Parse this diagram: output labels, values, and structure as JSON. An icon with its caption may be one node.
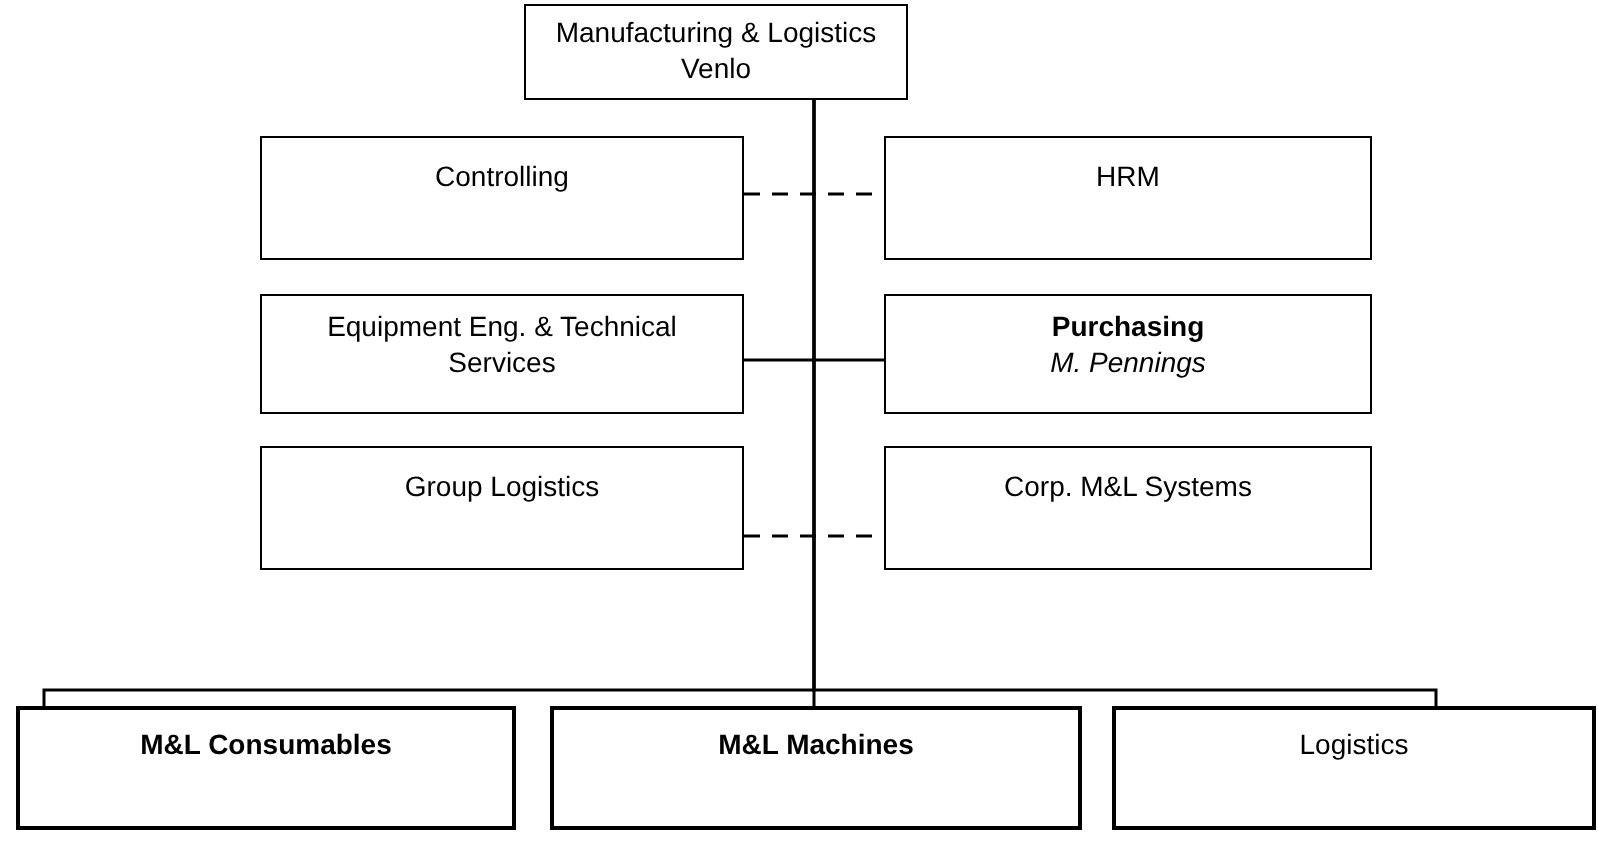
{
  "diagram": {
    "nodes": [
      {
        "text": [
          "Manufacturing & Logistics Venlo"
        ]
      },
      {
        "text": [
          "Controlling"
        ]
      },
      {
        "text": [
          "HRM"
        ]
      },
      {
        "text": [
          "Equipment Eng. & Technical Services"
        ]
      },
      {
        "text": [
          "Purchasing",
          "M. Pennings"
        ]
      },
      {
        "text": [
          "Group Logistics"
        ]
      },
      {
        "text": [
          "Corp. M&L Systems"
        ]
      },
      {
        "text": [
          "M&L Consumables"
        ]
      },
      {
        "text": [
          "M&L Machines"
        ]
      },
      {
        "text": [
          "Logistics"
        ]
      }
    ],
    "edges": [
      {
        "from": 1,
        "to": 2,
        "arrow": "none",
        "style": "dashed"
      },
      {
        "from": 3,
        "to": 4,
        "arrow": "none"
      },
      {
        "from": 5,
        "to": 6,
        "arrow": "none",
        "style": "dashed"
      },
      {
        "from": 0,
        "to": 7,
        "arrow": "none"
      },
      {
        "from": 0,
        "to": 8,
        "arrow": "none"
      },
      {
        "from": 0,
        "to": 9,
        "arrow": "none"
      }
    ]
  }
}
